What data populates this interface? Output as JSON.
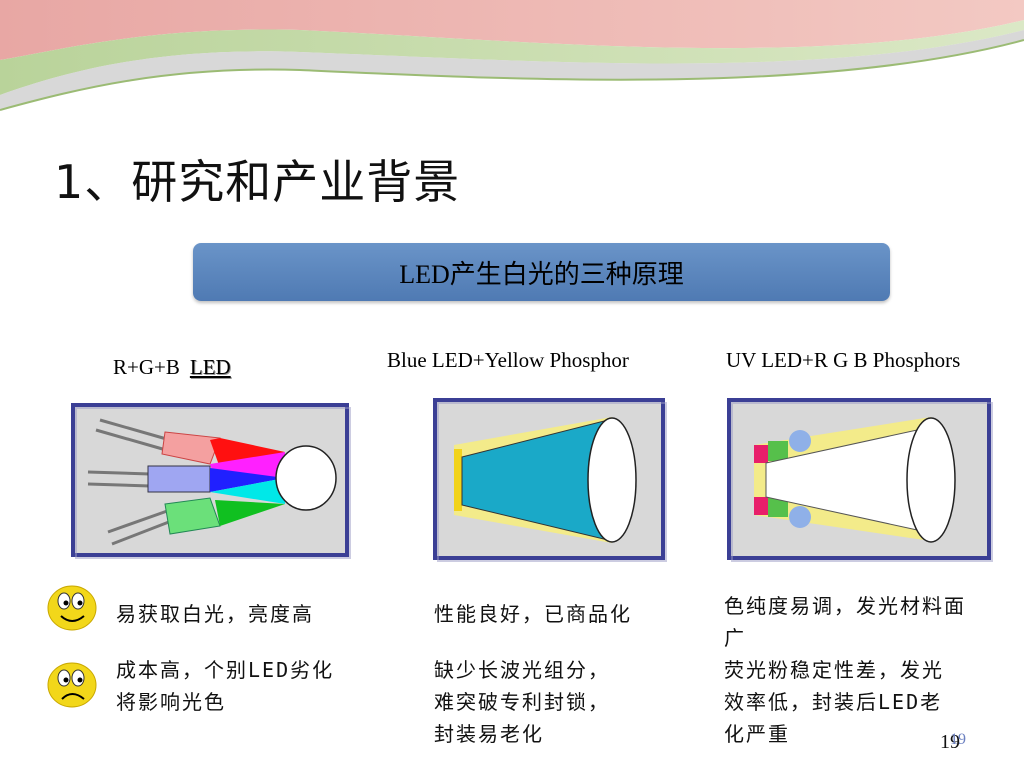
{
  "title": "1、研究和产业背景",
  "banner": "LED产生白光的三种原理",
  "columns": [
    {
      "label_main": "R+G+B",
      "label_led": "LED",
      "pro": "易获取白光，亮度高",
      "con_lines": [
        "成本高，个别LED劣化",
        "将影响光色"
      ]
    },
    {
      "label": "Blue LED+Yellow Phosphor",
      "pro": "性能良好，已商品化",
      "con_lines": [
        "缺少长波光组分，",
        "难突破专利封锁，",
        "封装易老化"
      ]
    },
    {
      "label": "UV LED+R G B Phosphors",
      "pro_lines": [
        "色纯度易调，发光材料面",
        "广"
      ],
      "con_lines": [
        "荧光粉稳定性差，发光",
        "效率低，封装后LED老",
        "化严重"
      ]
    }
  ],
  "icons": {
    "happy": "happy-face-icon",
    "sad": "sad-face-icon"
  },
  "page_number": "19",
  "page_number_ghost": "19",
  "colors": {
    "banner": "#5a86bf",
    "panel_border": "#3b3f95",
    "panel_fill": "#d8d8d8",
    "smiley": "#f2d71a"
  }
}
